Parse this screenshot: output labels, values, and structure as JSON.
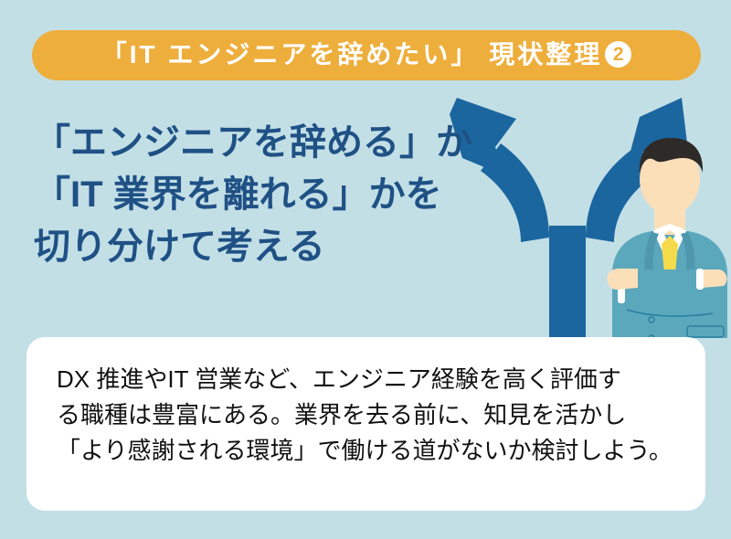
{
  "theme": {
    "background_color": "#c3dfe6",
    "pill_color": "#eeae3c",
    "headline_color": "#1f5185",
    "arrow_color": "#1b669f",
    "card_color": "#ffffff",
    "body_text_color": "#111111",
    "suit_color": "#5ba8bc",
    "tie_color": "#f5db4b",
    "hair_color": "#2e2a28",
    "skin_color": "#fbdfb9"
  },
  "header": {
    "title_prefix": "「IT エンジニアを辞めたい」 現状整理",
    "badge": "2"
  },
  "headline": {
    "lines": [
      "「エンジニアを辞める」か",
      "「IT 業界を離れる」かを",
      "切り分けて考える"
    ]
  },
  "illustration": {
    "arrow_name": "forked-arrow",
    "branch_left_label": "",
    "branch_right_label": "",
    "person_name": "businessman-arms-crossed"
  },
  "body": {
    "lines": [
      "DX 推進やIT 営業など、エンジニア経験を高く評価す",
      "る職種は豊富にある。業界を去る前に、知見を活かし",
      "「より感謝される環境」で働ける道がないか検討しよう。"
    ]
  }
}
